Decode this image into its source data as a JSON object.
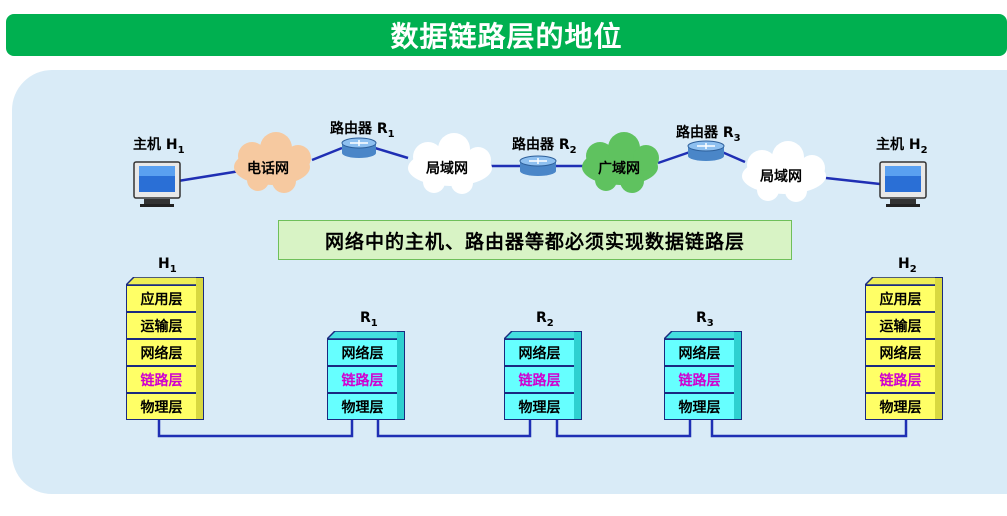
{
  "title": "数据链路层的地位",
  "banner": "网络中的主机、路由器等都必须实现数据链路层",
  "network": {
    "host1": {
      "label": "主机 H",
      "sub": "1"
    },
    "host2": {
      "label": "主机 H",
      "sub": "2"
    },
    "router1": {
      "label": "路由器 R",
      "sub": "1"
    },
    "router2": {
      "label": "路由器 R",
      "sub": "2"
    },
    "router3": {
      "label": "路由器 R",
      "sub": "3"
    },
    "cloud_phone": "电话网",
    "cloud_lan1": "局域网",
    "cloud_wan": "广域网",
    "cloud_lan2": "局域网"
  },
  "stacks": {
    "h1": {
      "name": "H",
      "sub": "1",
      "layers": [
        "应用层",
        "运输层",
        "网络层",
        "链路层",
        "物理层"
      ]
    },
    "r1": {
      "name": "R",
      "sub": "1",
      "layers": [
        "网络层",
        "链路层",
        "物理层"
      ]
    },
    "r2": {
      "name": "R",
      "sub": "2",
      "layers": [
        "网络层",
        "链路层",
        "物理层"
      ]
    },
    "r3": {
      "name": "R",
      "sub": "3",
      "layers": [
        "网络层",
        "链路层",
        "物理层"
      ]
    },
    "h2": {
      "name": "H",
      "sub": "2",
      "layers": [
        "应用层",
        "运输层",
        "网络层",
        "链路层",
        "物理层"
      ]
    }
  },
  "colors": {
    "title_bg": "#00b050",
    "panel_bg": "#d9ebf7",
    "host_layer": "#ffff66",
    "router_layer": "#66ffff",
    "link_layer_text": "#d000d0",
    "line": "#1f2fb4",
    "cloud_phone": "#f6c9a0",
    "cloud_wan": "#5fc25f",
    "cloud_lan": "#ffffff"
  }
}
